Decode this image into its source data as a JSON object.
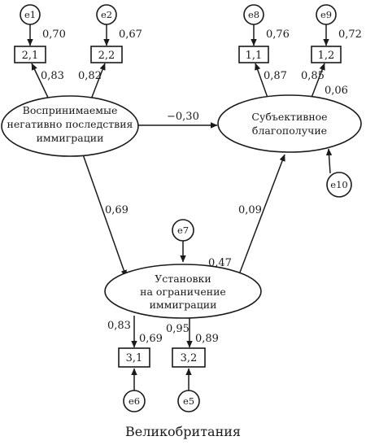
{
  "caption": "Великобритания",
  "latent": {
    "perceived": [
      "Воспринимаемые",
      "негативно последствия",
      "иммиграции"
    ],
    "wellbeing": [
      "Субъективное",
      "благополучие"
    ],
    "attitudes": [
      "Установки",
      "на ограничение",
      "иммиграции"
    ]
  },
  "indicators": {
    "i21": "2,1",
    "i22": "2,2",
    "i11": "1,1",
    "i12": "1,2",
    "i31": "3,1",
    "i32": "3,2"
  },
  "errors": {
    "e1": "e1",
    "e2": "e2",
    "e8": "e8",
    "e9": "e9",
    "e10": "e10",
    "e7": "e7",
    "e6": "e6",
    "e5": "e5"
  },
  "coefficients": {
    "e1_err": "0,70",
    "e2_err": "0,67",
    "e8_err": "0,76",
    "e9_err": "0,72",
    "load_21": "0,83",
    "load_22": "0,82",
    "load_11": "0,87",
    "load_12": "0,85",
    "wellbeing_e10": "0,06",
    "path_perceived_wellbeing": "−0,30",
    "path_perceived_attitudes": "0,69",
    "path_attitudes_wellbeing": "0,09",
    "attitudes_e7": "0,47",
    "load_31": "0,83",
    "err_31": "0,69",
    "load_32": "0,95",
    "err_32": "0,89"
  }
}
